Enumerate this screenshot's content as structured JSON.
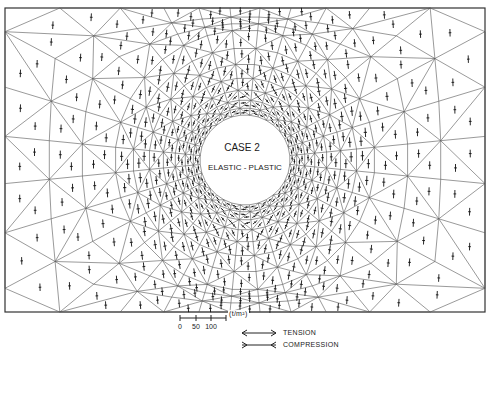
{
  "diagram": {
    "labels": [
      "CASE 2",
      "ELASTIC - PLASTIC",
      "0",
      "50",
      "100",
      "(t/m²)"
    ],
    "legend": [
      {
        "text": "TENSION"
      },
      {
        "text": "COMPRESSION"
      }
    ]
  }
}
